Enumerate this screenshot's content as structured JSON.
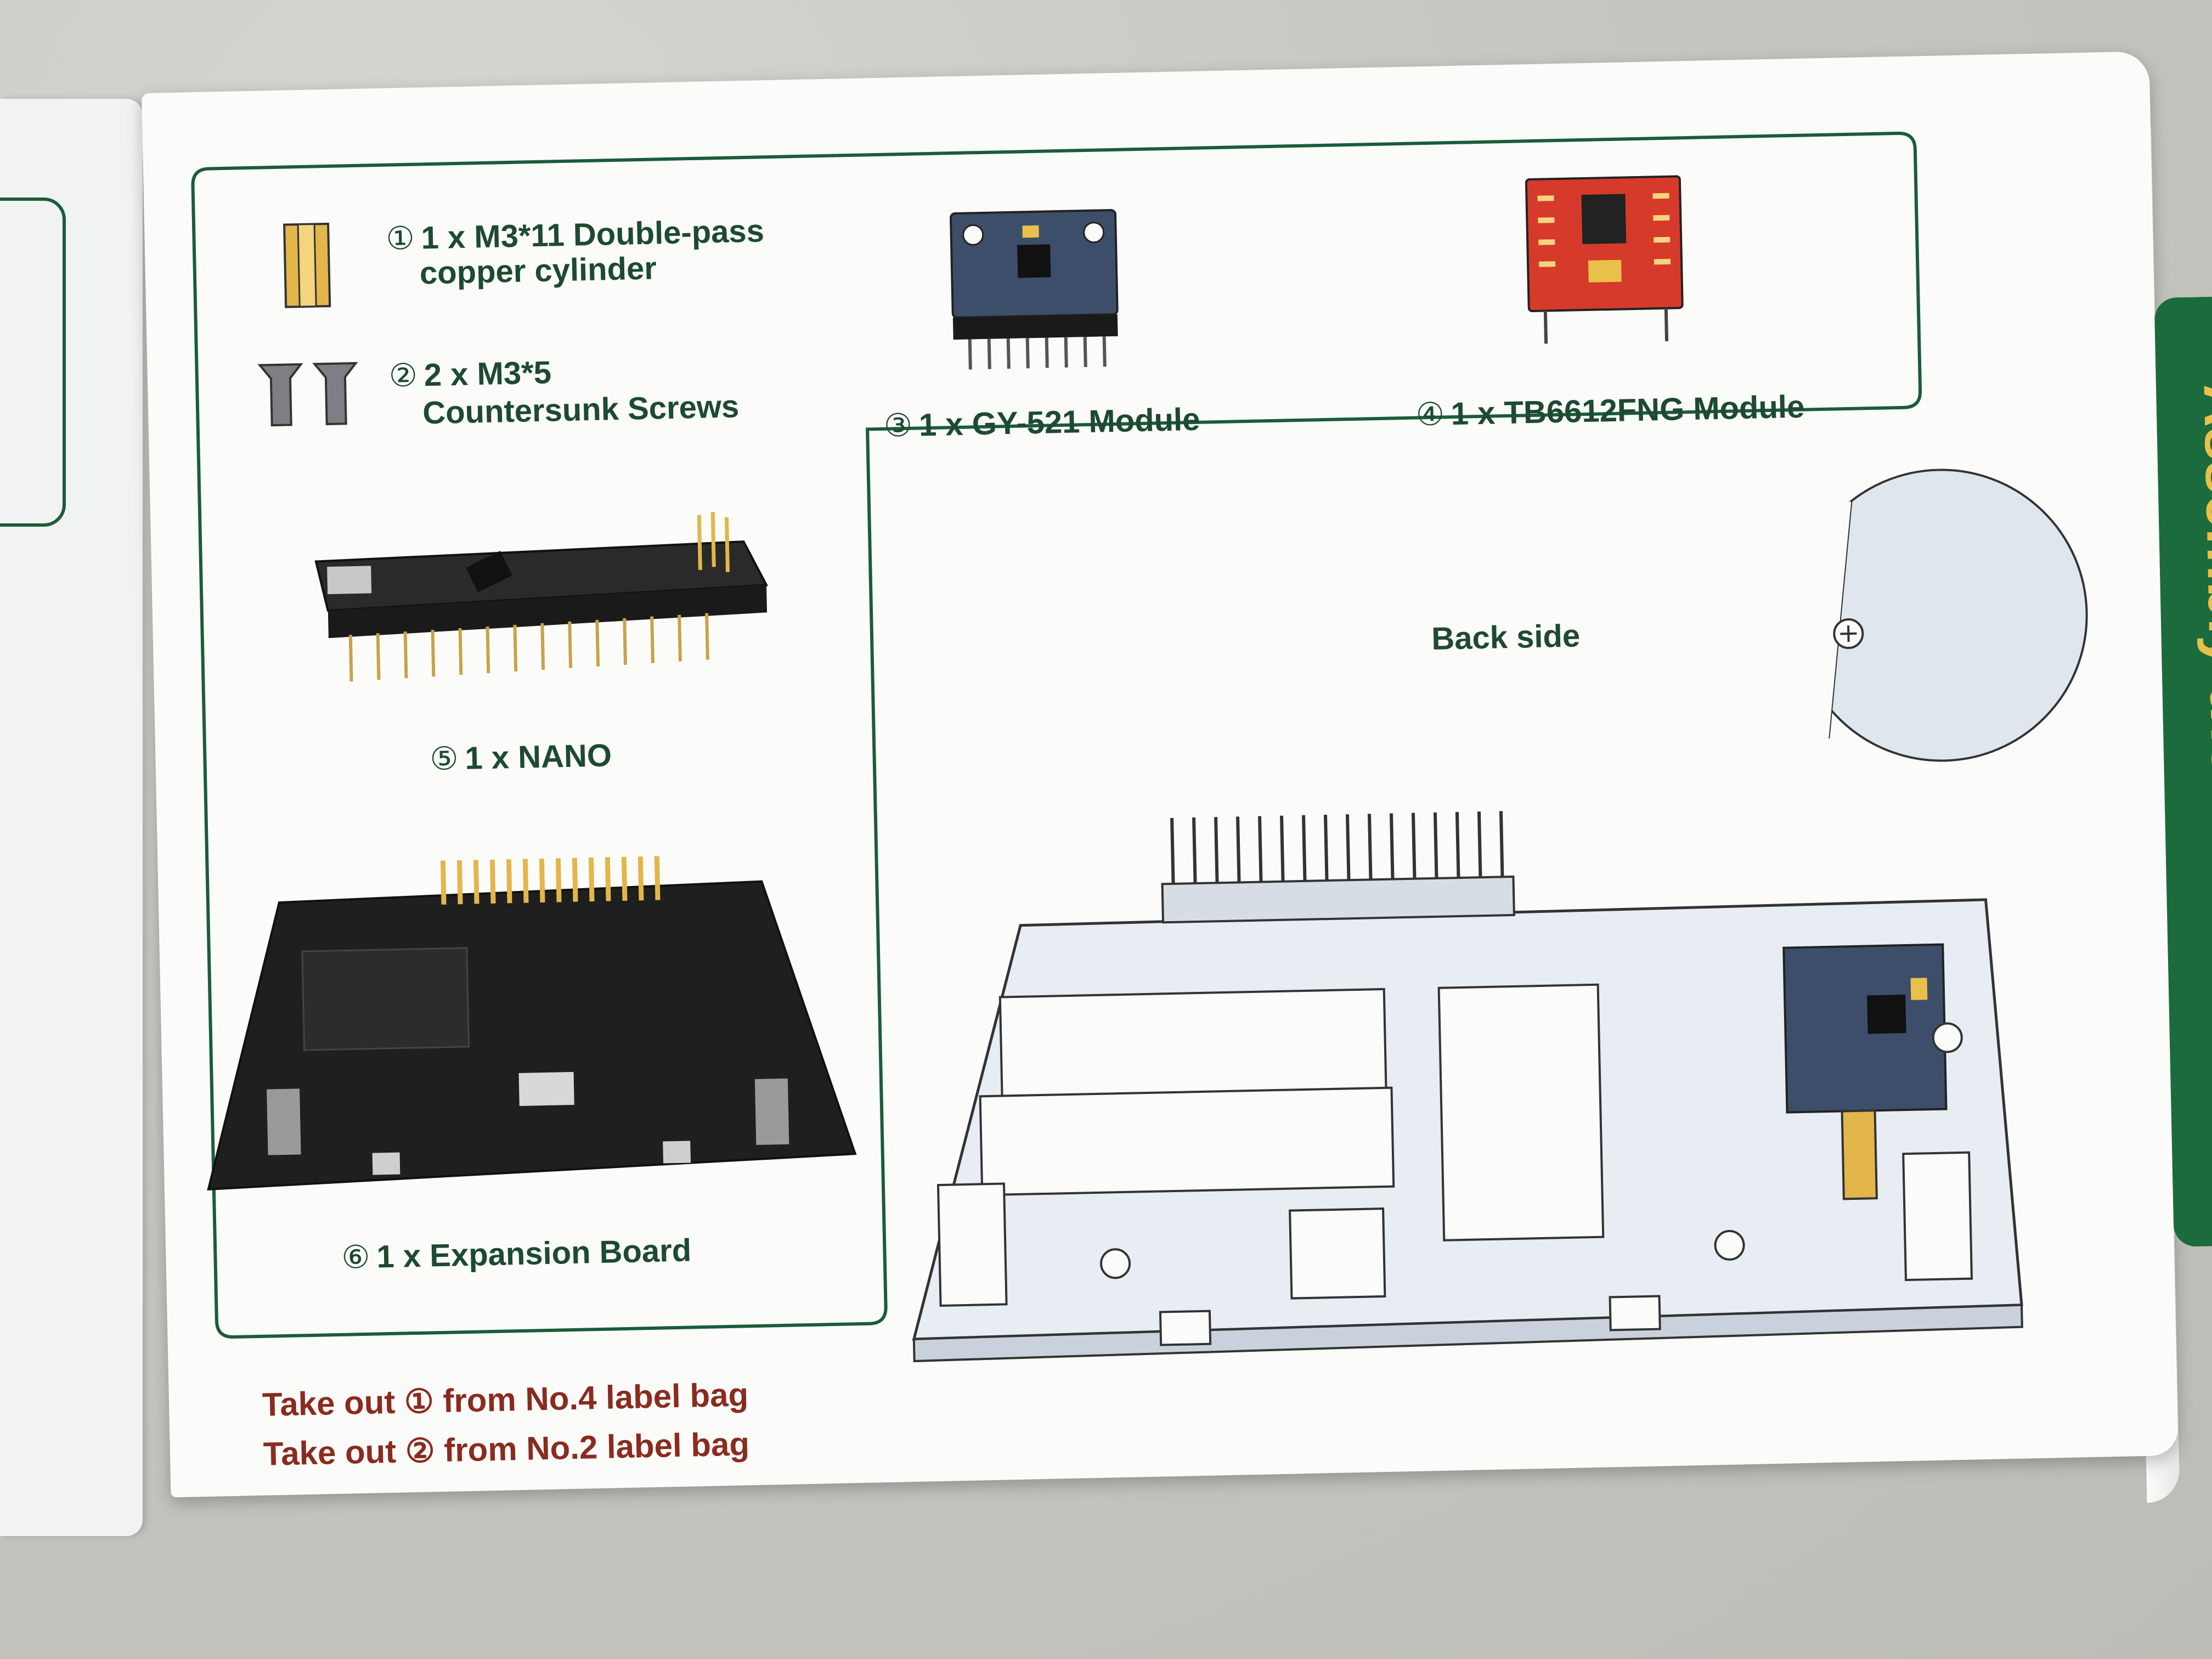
{
  "side_tab": {
    "title": "Assembly the circuit board"
  },
  "parts": [
    {
      "num": "①",
      "text_line1": "1 x M3*11 Double-pass",
      "text_line2": "copper cylinder"
    },
    {
      "num": "②",
      "text_line1": "2 x M3*5",
      "text_line2": "Countersunk Screws"
    },
    {
      "num": "③",
      "text": "1 x GY-521 Module"
    },
    {
      "num": "④",
      "text": "1 x TB6612FNG Module"
    },
    {
      "num": "⑤",
      "text": "1 x NANO"
    },
    {
      "num": "⑥",
      "text": "1 x Expansion Board"
    }
  ],
  "diagram": {
    "back_side_label": "Back side"
  },
  "instructions": [
    {
      "text": "Take out ① from No.4 label bag"
    },
    {
      "text": "Take out ② from No.2 label bag"
    }
  ],
  "colors": {
    "frame_green": "#1b5c3a",
    "tab_green": "#1b6b3c",
    "tab_text_gold": "#e8c04a",
    "instruction_red": "#8a2b1f",
    "copper": "#e2b64a",
    "pcb_blue": "#3d4e6a",
    "pcb_red": "#d63a2a"
  },
  "icons": [
    "copper-cylinder-icon",
    "screw-icon",
    "gy521-module-icon",
    "tb6612-module-icon",
    "nano-board-icon",
    "expansion-board-icon",
    "assembly-diagram-icon"
  ]
}
